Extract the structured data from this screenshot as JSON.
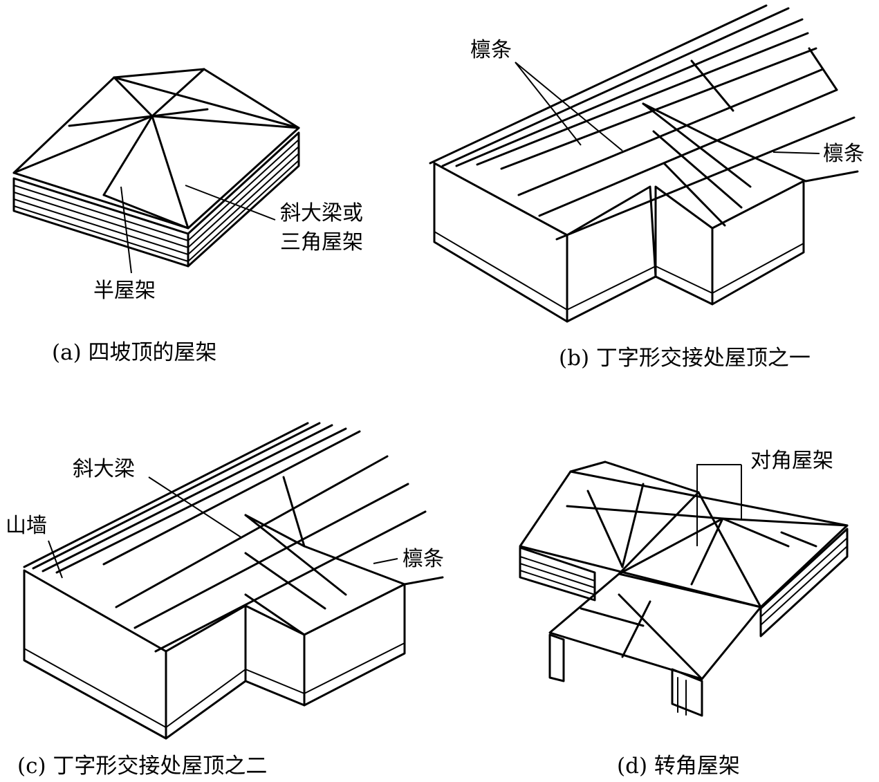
{
  "panel_a": {
    "labels": {
      "diag_beam": "斜大梁或",
      "truss": "三角屋架",
      "half_truss": "半屋架"
    },
    "caption": "(a) 四坡顶的屋架"
  },
  "panel_b": {
    "labels": {
      "purlin_top": "檩条",
      "purlin_right": "檩条"
    },
    "caption": "(b) 丁字形交接处屋顶之一"
  },
  "panel_c": {
    "labels": {
      "diag_beam": "斜大梁",
      "gable_wall": "山墙",
      "purlin": "檩条"
    },
    "caption": "(c) 丁字形交接处屋顶之二"
  },
  "panel_d": {
    "labels": {
      "diag_truss": "对角屋架"
    },
    "caption": "(d) 转角屋架"
  }
}
